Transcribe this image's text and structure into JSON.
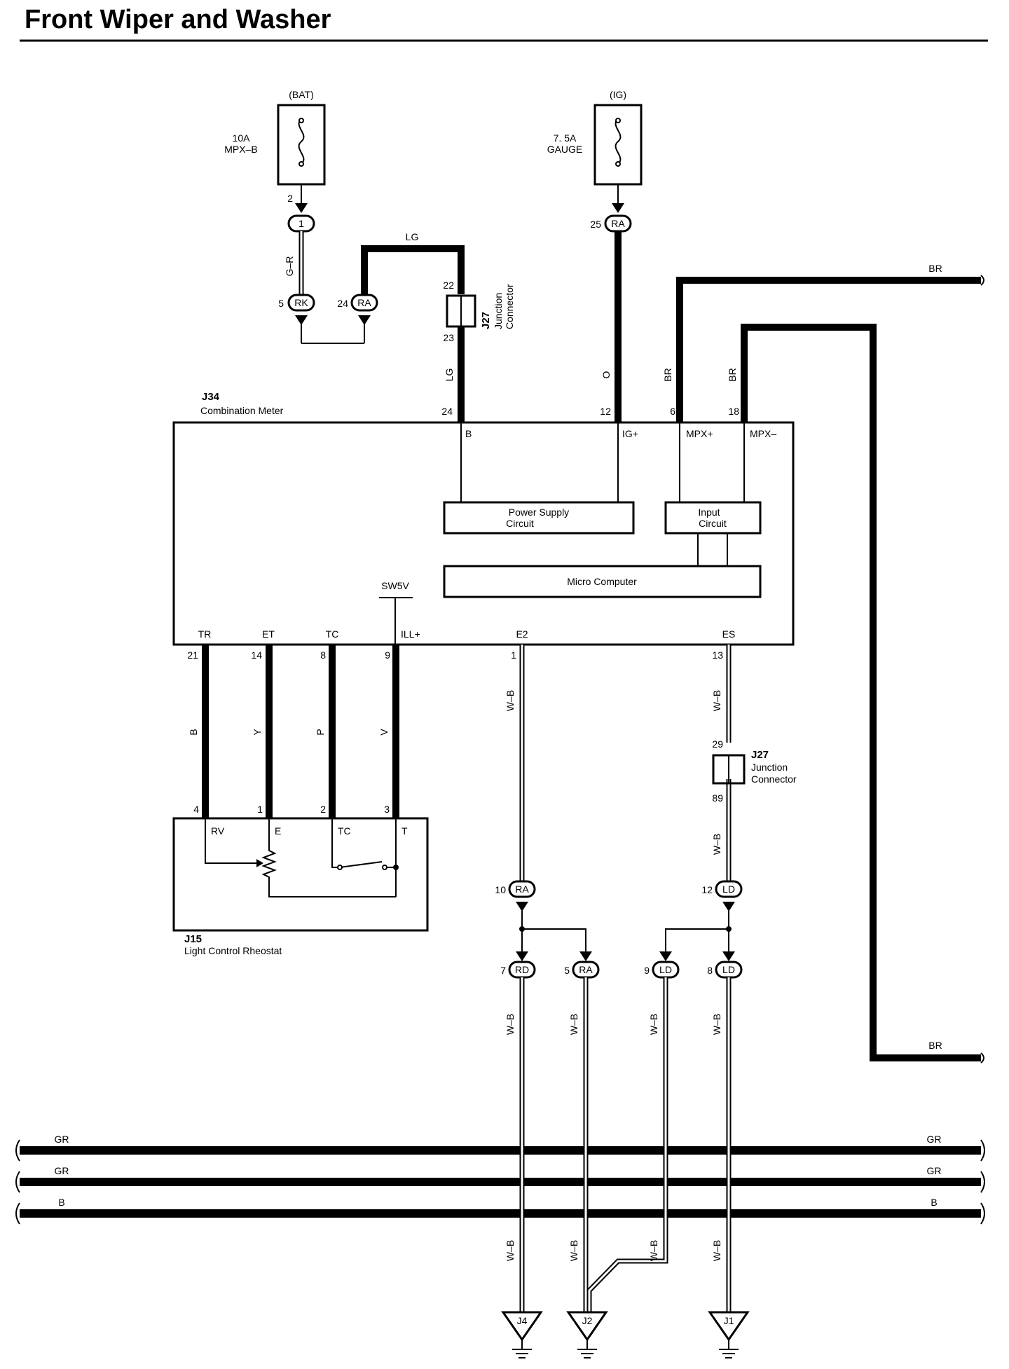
{
  "title": "Front Wiper and Washer",
  "fuses": {
    "bat": {
      "source": "(BAT)",
      "rating": "10A",
      "name": "MPX–B",
      "pin": "2"
    },
    "ig": {
      "source": "(IG)",
      "rating": "7. 5A",
      "name": "GAUGE"
    }
  },
  "connectors": {
    "c1": {
      "id": "1"
    },
    "rk": {
      "id": "RK",
      "pin": "5"
    },
    "ra24": {
      "id": "RA",
      "pin": "24"
    },
    "ra25": {
      "id": "RA",
      "pin": "25"
    },
    "ra10": {
      "id": "RA",
      "pin": "10"
    },
    "ld12": {
      "id": "LD",
      "pin": "12"
    },
    "rd7": {
      "id": "RD",
      "pin": "7"
    },
    "ra5": {
      "id": "RA",
      "pin": "5"
    },
    "ld9": {
      "id": "LD",
      "pin": "9"
    },
    "ld8": {
      "id": "LD",
      "pin": "8"
    }
  },
  "wire_colors": {
    "gr_short": "G–R",
    "lg_top": "LG",
    "lg_mid": "LG",
    "o": "O",
    "br_right_top": "BR",
    "br_6": "BR",
    "br_18": "BR",
    "br_right_bottom": "BR",
    "b_21": "B",
    "y_14": "Y",
    "p_8": "P",
    "v_9": "V",
    "wb_e2": "W–B",
    "wb_es": "W–B",
    "wb_es2": "W–B",
    "wb_rd": "W–B",
    "wb_ra5": "W–B",
    "wb_ld9": "W–B",
    "wb_ld8": "W–B",
    "wb_j4": "W–B",
    "wb_j2a": "W–B",
    "wb_j2b": "W–B",
    "wb_j1": "W–B"
  },
  "j27_top": {
    "id": "J27",
    "name_line1": "Junction",
    "name_line2": "Connector",
    "pin_in": "22",
    "pin_out": "23"
  },
  "j27_right": {
    "id": "J27",
    "name_line1": "Junction",
    "name_line2": "Connector",
    "pin_in": "29",
    "pin_out": "89"
  },
  "j34": {
    "id": "J34",
    "name": "Combination Meter",
    "pins": {
      "b": {
        "num": "24",
        "label": "B"
      },
      "ig": {
        "num": "12",
        "label": "IG+"
      },
      "mpxp": {
        "num": "6",
        "label": "MPX+"
      },
      "mpxm": {
        "num": "18",
        "label": "MPX–"
      },
      "tr": {
        "num": "21",
        "label": "TR"
      },
      "et": {
        "num": "14",
        "label": "ET"
      },
      "tc": {
        "num": "8",
        "label": "TC"
      },
      "ill": {
        "num": "9",
        "label": "ILL+"
      },
      "e2": {
        "num": "1",
        "label": "E2"
      },
      "es": {
        "num": "13",
        "label": "ES"
      }
    },
    "sw5v": "SW5V",
    "power_supply_line1": "Power Supply",
    "power_supply_line2": "Circuit",
    "input_line1": "Input",
    "input_line2": "Circuit",
    "micro": "Micro Computer"
  },
  "j15": {
    "id": "J15",
    "name": "Light Control Rheostat",
    "pins": {
      "rv": {
        "num": "4",
        "label": "RV"
      },
      "e": {
        "num": "1",
        "label": "E"
      },
      "tc": {
        "num": "2",
        "label": "TC"
      },
      "t": {
        "num": "3",
        "label": "T"
      }
    }
  },
  "buses": {
    "gr1_left": "GR",
    "gr1_right": "GR",
    "gr2_left": "GR",
    "gr2_right": "GR",
    "b_left": "B",
    "b_right": "B"
  },
  "grounds": {
    "j4": "J4",
    "j2": "J2",
    "j1": "J1"
  }
}
